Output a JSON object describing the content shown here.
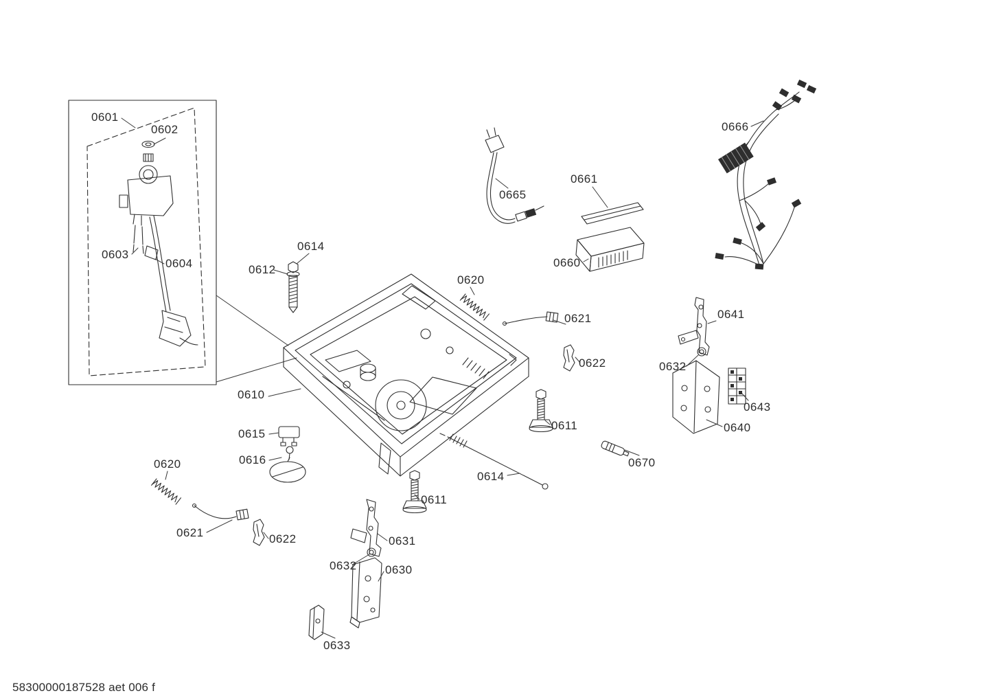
{
  "diagram": {
    "kind": "exploded-parts-diagram",
    "footer_code": "58300000187528 aet 006 f",
    "background": "#ffffff",
    "line_color": "#2e2e2e",
    "label_color": "#2c2c2c"
  },
  "labels": [
    {
      "part": "0601",
      "text": "0601"
    },
    {
      "part": "0602",
      "text": "0602"
    },
    {
      "part": "0603",
      "text": "0603"
    },
    {
      "part": "0604",
      "text": "0604"
    },
    {
      "part": "0614-top",
      "text": "0614"
    },
    {
      "part": "0612",
      "text": "0612"
    },
    {
      "part": "0620-top",
      "text": "0620"
    },
    {
      "part": "0665",
      "text": "0665"
    },
    {
      "part": "0661",
      "text": "0661"
    },
    {
      "part": "0660",
      "text": "0660"
    },
    {
      "part": "0666",
      "text": "0666"
    },
    {
      "part": "0621-right",
      "text": "0621"
    },
    {
      "part": "0622-right",
      "text": "0622"
    },
    {
      "part": "0641",
      "text": "0641"
    },
    {
      "part": "0632-right",
      "text": "0632"
    },
    {
      "part": "0643",
      "text": "0643"
    },
    {
      "part": "0640",
      "text": "0640"
    },
    {
      "part": "0610",
      "text": "0610"
    },
    {
      "part": "0611-right",
      "text": "0611"
    },
    {
      "part": "0615",
      "text": "0615"
    },
    {
      "part": "0616",
      "text": "0616"
    },
    {
      "part": "0620-left",
      "text": "0620"
    },
    {
      "part": "0670",
      "text": "0670"
    },
    {
      "part": "0614-center",
      "text": "0614"
    },
    {
      "part": "0611-center",
      "text": "0611"
    },
    {
      "part": "0621-left",
      "text": "0621"
    },
    {
      "part": "0622-left",
      "text": "0622"
    },
    {
      "part": "0631",
      "text": "0631"
    },
    {
      "part": "0632-left",
      "text": "0632"
    },
    {
      "part": "0630",
      "text": "0630"
    },
    {
      "part": "0633",
      "text": "0633"
    }
  ]
}
